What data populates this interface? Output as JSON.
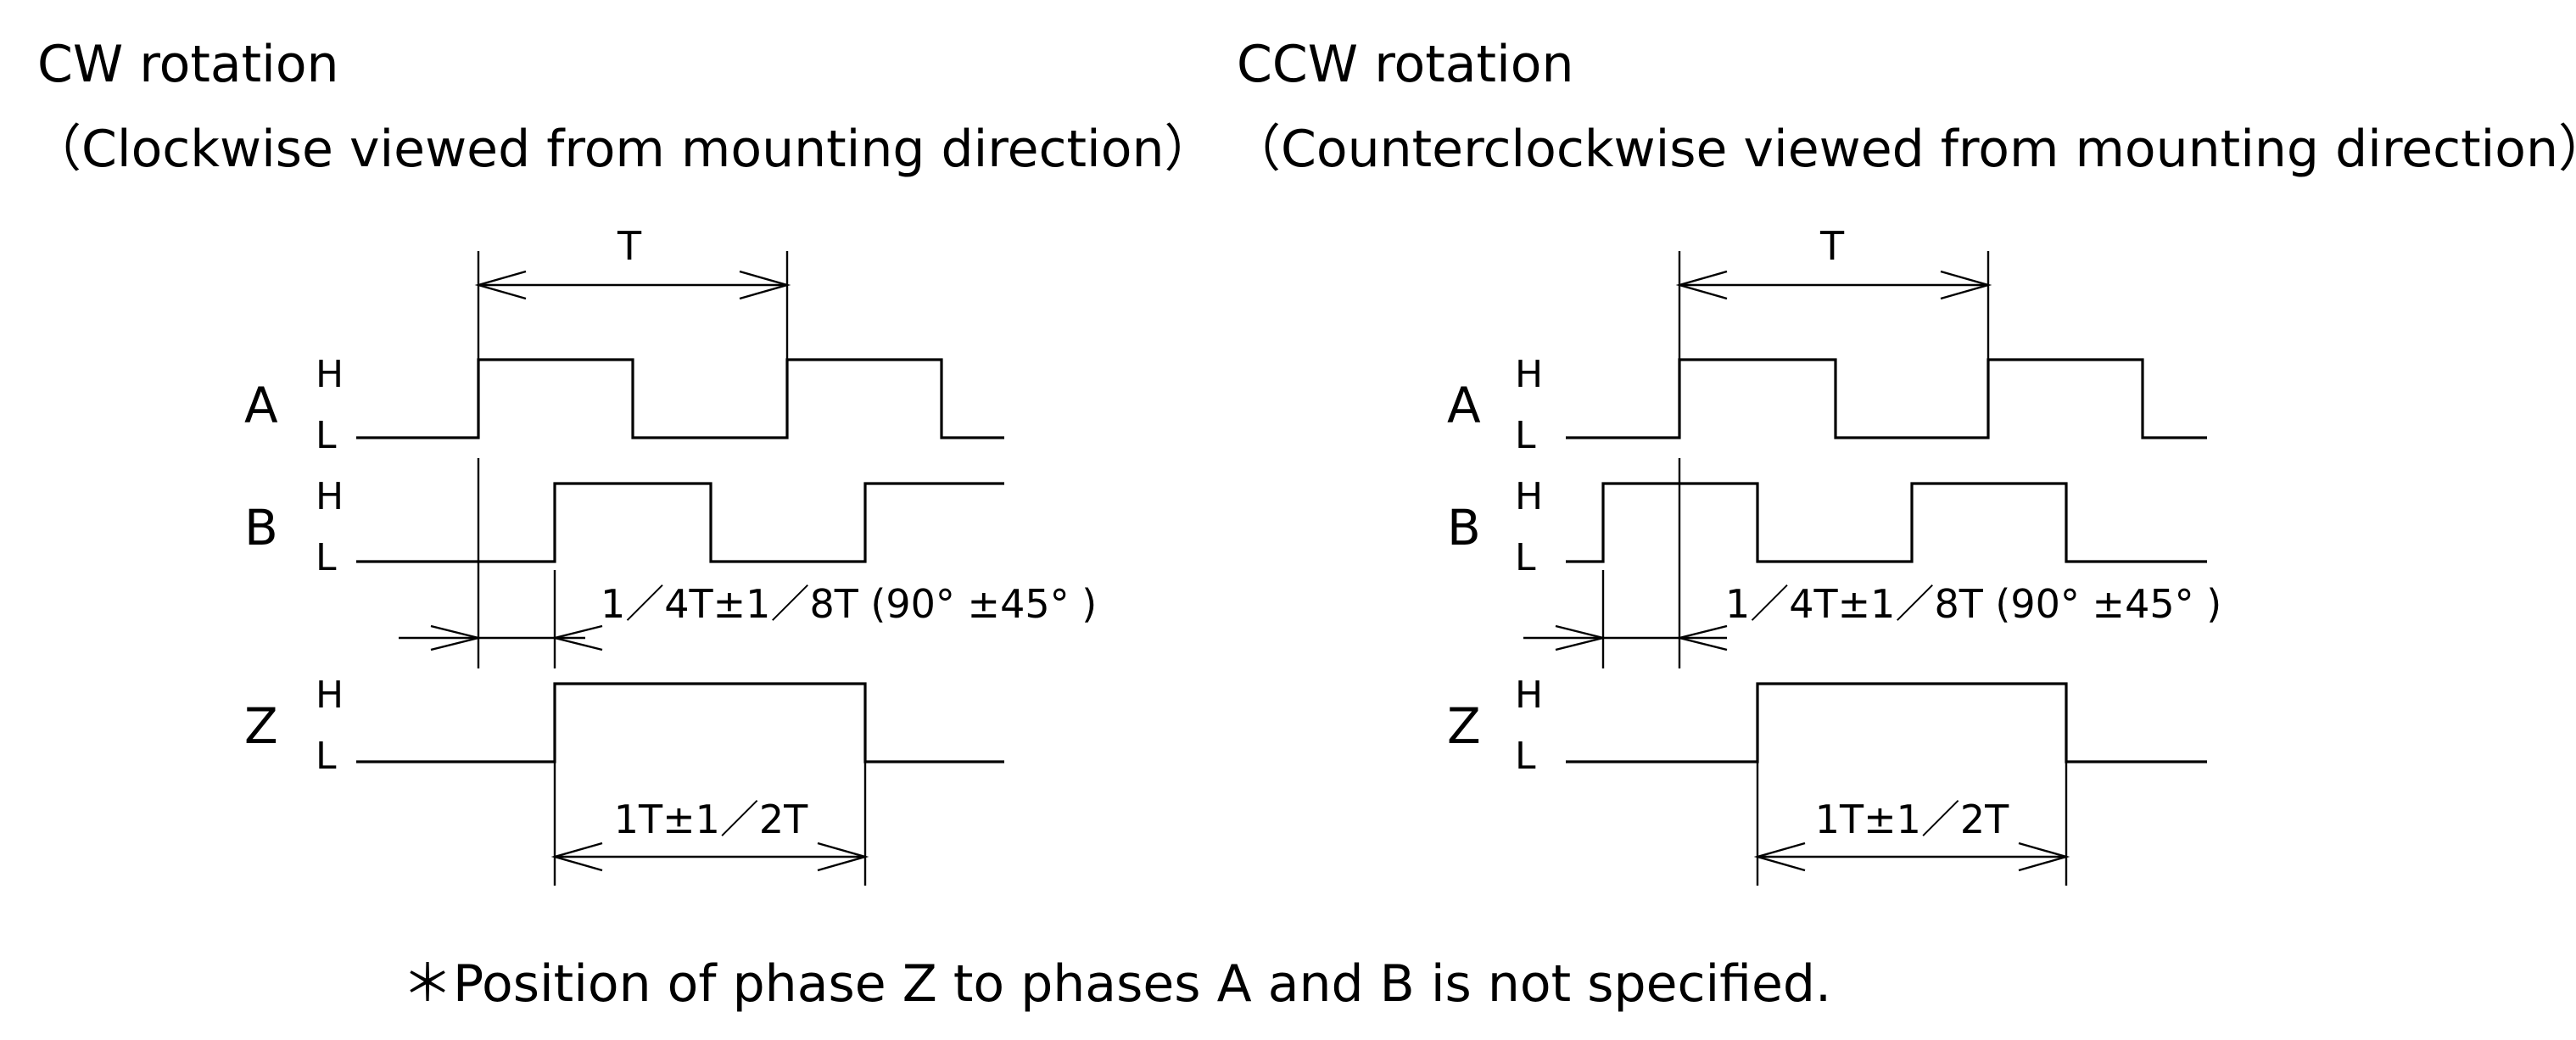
{
  "panels": [
    {
      "id": "cw",
      "title": "CW rotation",
      "subtitle": "（Clockwise viewed from mounting direction）",
      "period_label": "T",
      "signals": [
        {
          "name": "A",
          "high_label": "H",
          "low_label": "L"
        },
        {
          "name": "B",
          "high_label": "H",
          "low_label": "L"
        },
        {
          "name": "Z",
          "high_label": "H",
          "low_label": "L"
        }
      ],
      "phase_label": "1／4T±1／8T (90° ±45° )",
      "z_width_label": "1T±1／2T"
    },
    {
      "id": "ccw",
      "title": "CCW rotation",
      "subtitle": "（Counterclockwise viewed from mounting direction）",
      "period_label": "T",
      "signals": [
        {
          "name": "A",
          "high_label": "H",
          "low_label": "L"
        },
        {
          "name": "B",
          "high_label": "H",
          "low_label": "L"
        },
        {
          "name": "Z",
          "high_label": "H",
          "low_label": "L"
        }
      ],
      "phase_label": "1／4T±1／8T (90° ±45° )",
      "z_width_label": "1T±1／2T"
    }
  ],
  "footnote": "＊Position of phase Z to phases A and B is not specified.",
  "colors": {
    "line": "#000000",
    "background": "#ffffff"
  }
}
